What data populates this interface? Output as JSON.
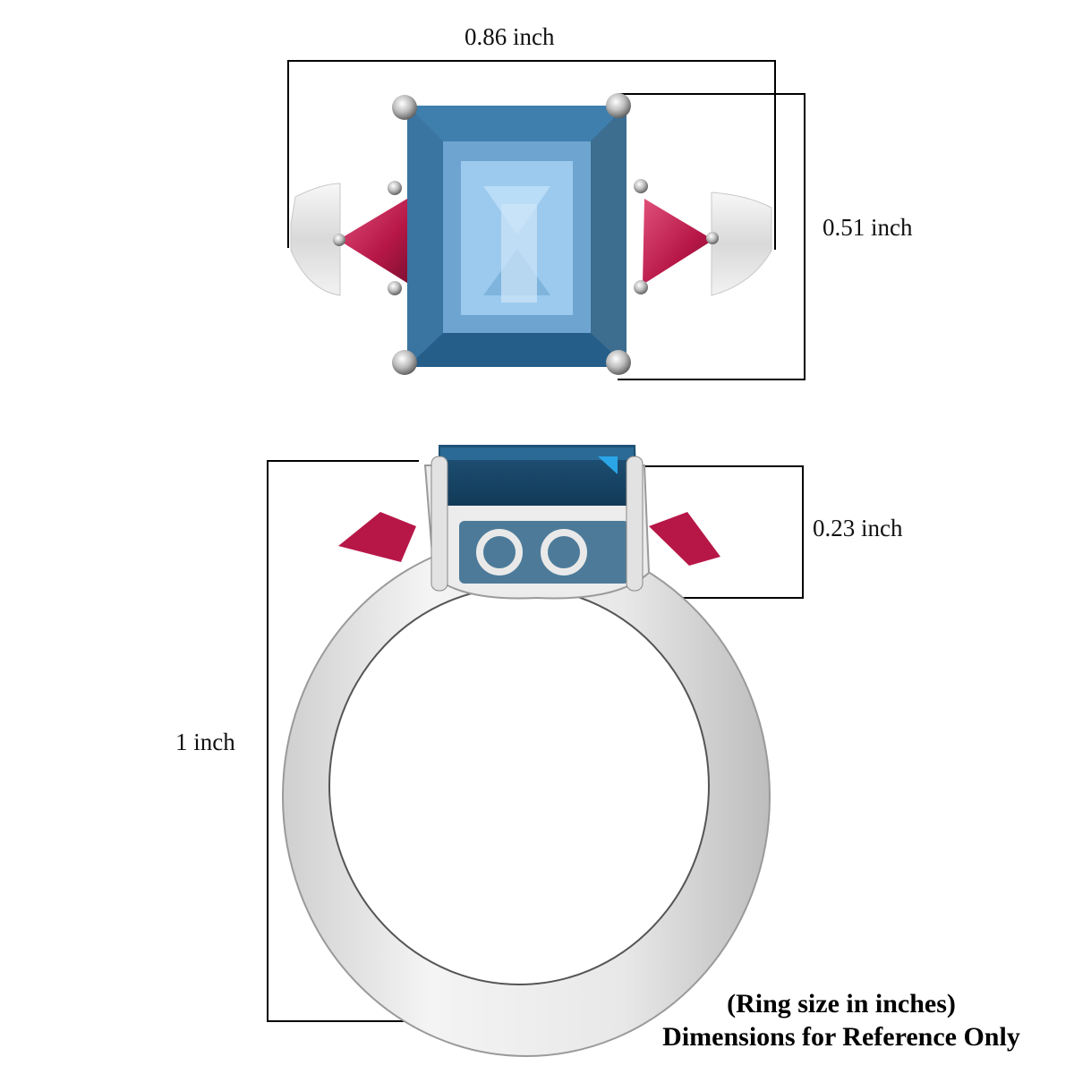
{
  "top_view": {
    "width_label": "0.86 inch",
    "height_label": "0.51 inch"
  },
  "side_view": {
    "height_label": "0.23 inch",
    "ring_size_label": "1 inch"
  },
  "caption": {
    "line1": "(Ring size in inches)",
    "line2": "Dimensions for Reference Only"
  },
  "colors": {
    "center_stone": "#2f6f9a",
    "center_stone_light": "#8fc0e6",
    "side_stone": "#c2204f",
    "metal": "#e6e6e6",
    "dimension_line": "#000000"
  }
}
